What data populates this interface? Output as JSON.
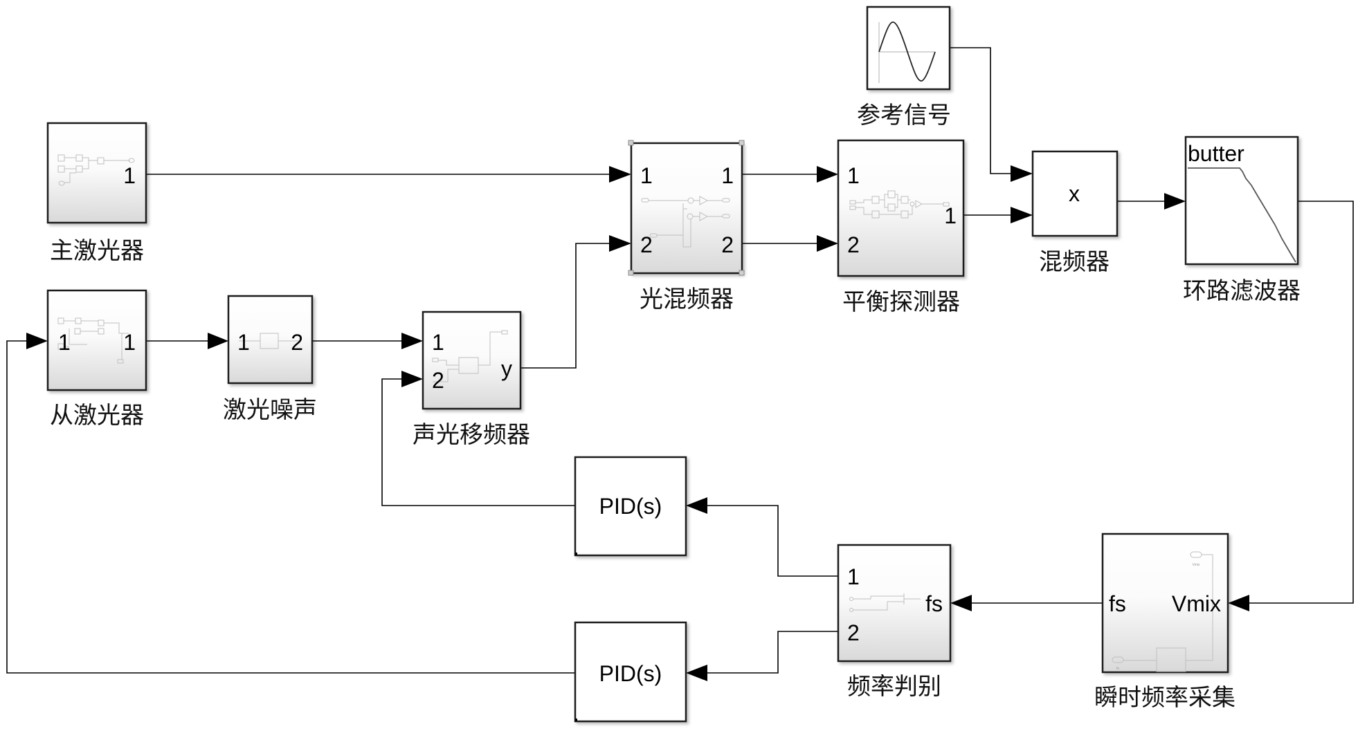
{
  "diagram": {
    "blocks": {
      "master_laser": {
        "label": "主激光器",
        "out1": "1"
      },
      "slave_laser": {
        "label": "从激光器",
        "in1": "1",
        "out1": "1"
      },
      "laser_noise": {
        "label": "激光噪声",
        "in1": "1",
        "out1": "2"
      },
      "aom_shifter": {
        "label": "声光移频器",
        "in1": "1",
        "in2": "2",
        "out": "y"
      },
      "optical_mixer": {
        "label": "光混频器",
        "in1": "1",
        "in2": "2",
        "out1": "1",
        "out2": "2"
      },
      "balanced_detector": {
        "label": "平衡探测器",
        "in1": "1",
        "in2": "2",
        "out1": "1"
      },
      "reference_signal": {
        "label": "参考信号"
      },
      "mixer": {
        "label": "混频器",
        "symbol": "x"
      },
      "loop_filter": {
        "label": "环路滤波器",
        "text": "butter"
      },
      "inst_freq": {
        "label": "瞬时频率采集",
        "in": "Vmix",
        "out": "fs",
        "inner_in": "Vmix",
        "inner_out": "fs"
      },
      "freq_disc": {
        "label": "频率判别",
        "in": "fs",
        "out1": "1",
        "out2": "2"
      },
      "pid_1": {
        "text": "PID(s)"
      },
      "pid_2": {
        "text": "PID(s)"
      }
    }
  }
}
